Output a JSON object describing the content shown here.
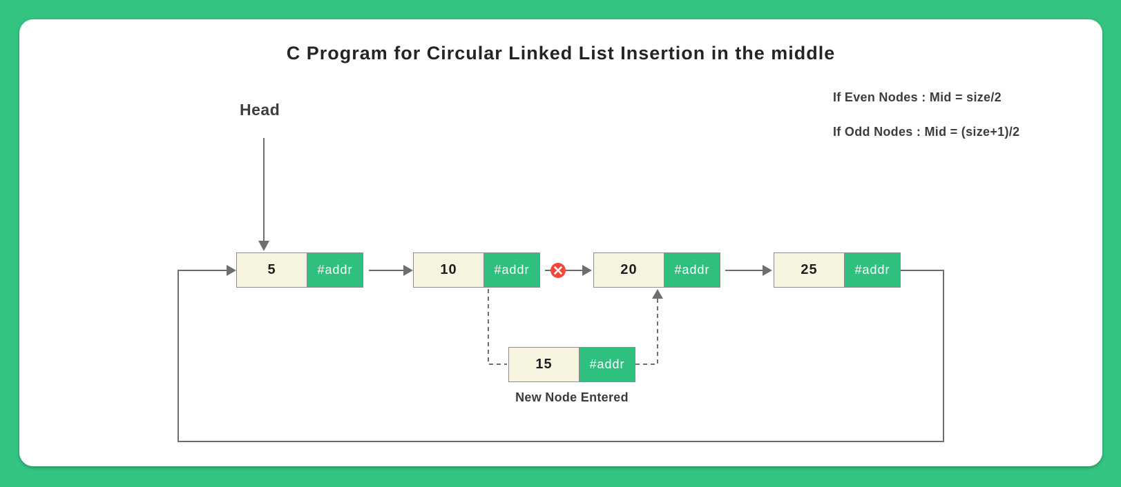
{
  "title": "C Program for Circular Linked List Insertion in the middle",
  "head_label": "Head",
  "notes": {
    "even_rule": "If Even Nodes : Mid = size/2",
    "odd_rule": "If Odd Nodes : Mid = (size+1)/2"
  },
  "list": {
    "nodes": [
      {
        "value": "5",
        "addr": "#addr"
      },
      {
        "value": "10",
        "addr": "#addr"
      },
      {
        "value": "20",
        "addr": "#addr"
      },
      {
        "value": "25",
        "addr": "#addr"
      }
    ],
    "new_node": {
      "value": "15",
      "addr": "#addr"
    },
    "new_node_caption": "New Node Entered"
  },
  "icons": {
    "broken_link": "x-circle-icon"
  },
  "colors": {
    "canvas_green": "#33C481",
    "card_white": "#FFFFFF",
    "node_value_bg": "#F6F4DF",
    "node_addr_bg": "#2FC080",
    "node_border": "#8C8C8C",
    "arrow_gray": "#6E6E6E",
    "broken_link_red": "#F2483B",
    "text_dark": "#3C3C43"
  }
}
